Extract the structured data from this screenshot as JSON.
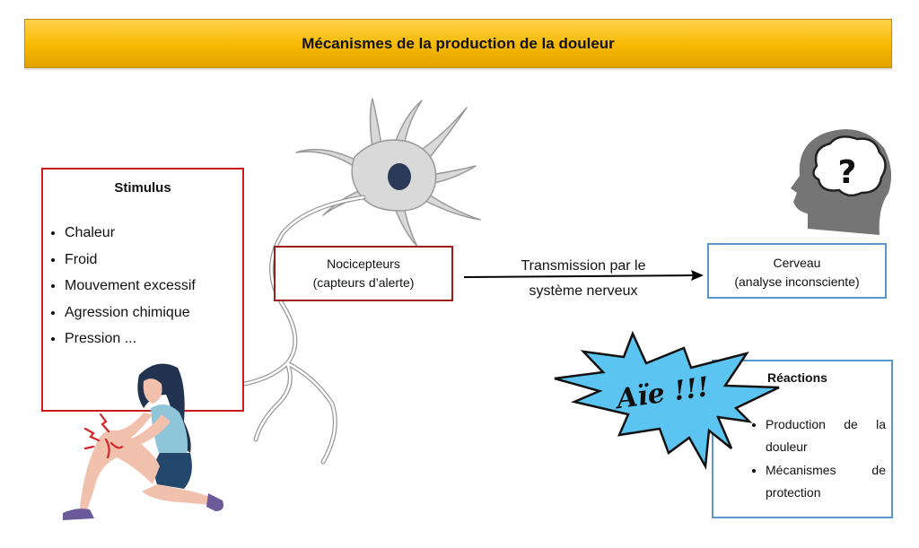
{
  "header": {
    "title": "Mécanismes de la production de la douleur"
  },
  "stimulus": {
    "title": "Stimulus",
    "items": [
      "Chaleur",
      "Froid",
      "Mouvement excessif",
      "Agression chimique",
      "Pression ..."
    ]
  },
  "nociceptors": {
    "line1": "Nocicepteurs",
    "line2": "(capteurs d’alerte)"
  },
  "transmission": {
    "line1": "Transmission par le",
    "line2": "système nerveux"
  },
  "brain": {
    "line1": "Cerveau",
    "line2": "(analyse inconsciente)"
  },
  "reactions": {
    "title": "Réactions",
    "items": [
      "Production de la douleur",
      "Mécanismes de protection"
    ]
  },
  "exclamation": "Aïe !!!",
  "colors": {
    "banner": "#f6b800",
    "stimulus_border": "#cc1a1a",
    "blue_border": "#5a97cf",
    "burst": "#5bc4f0"
  }
}
